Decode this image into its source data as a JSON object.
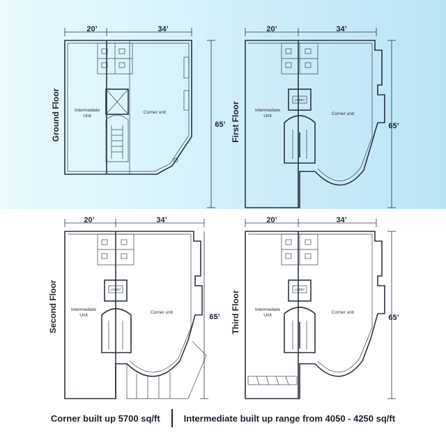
{
  "plans": [
    {
      "id": "ground",
      "floor": "Ground Floor",
      "w1": "20’",
      "w2": "34’",
      "h": "65’",
      "intermediate": "Intermediate\nUnit",
      "corner": "Corner unit"
    },
    {
      "id": "first",
      "floor": "First Floor",
      "w1": "20’",
      "w2": "34’",
      "h": "65’",
      "intermediate": "Intermediate\nUnit",
      "corner": "Corner unit",
      "lift": "LOBBY"
    },
    {
      "id": "second",
      "floor": "Second Floor",
      "w1": "20’",
      "w2": "34’",
      "h": "65’",
      "intermediate": "Intermediate\nUnit",
      "corner": "Corner unit",
      "lift": "LOBBY"
    },
    {
      "id": "third",
      "floor": "Third Floor",
      "w1": "20’",
      "w2": "34’",
      "h": "65’",
      "intermediate": "Intermediate\nUnit",
      "corner": "Corner unit",
      "lift": "LOBBY"
    }
  ],
  "footer": {
    "corner_caption": "Corner built up 5700 sq/ft",
    "intermediate_caption": "Intermediate built up range from 4050 - 4250 sq/ft"
  },
  "colors": {
    "band_start": "#eafafd",
    "band_end": "#b8e5f4",
    "ink": "#2b3240"
  }
}
